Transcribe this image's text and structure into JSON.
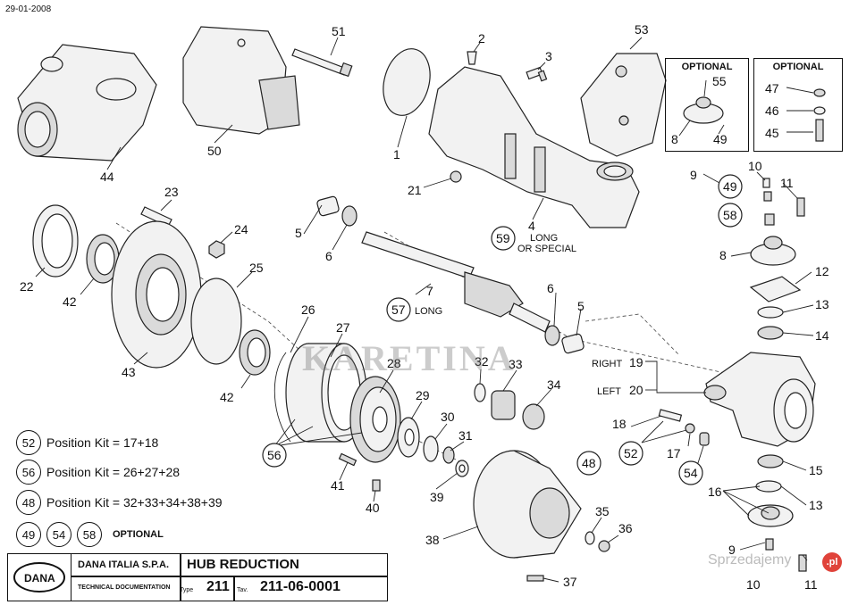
{
  "header": {
    "date": "29-01-2008"
  },
  "title_block": {
    "logo_text": "DANA",
    "company": "DANA ITALIA S.P.A.",
    "tech_doc": "TECHNICAL DOCUMENTATION",
    "title": "HUB REDUCTION",
    "type_label": "Type",
    "type_value": "211",
    "tav_label": "Tav.",
    "tav_value": "211-06-0001"
  },
  "kits": [
    {
      "num": "52",
      "text": "Position Kit = 17+18"
    },
    {
      "num": "56",
      "text": "Position Kit = 26+27+28"
    },
    {
      "num": "48",
      "text": "Position Kit = 32+33+34+38+39"
    }
  ],
  "optional_row": {
    "nums": [
      "49",
      "54",
      "58"
    ],
    "label": "OPTIONAL"
  },
  "optional_boxes": [
    {
      "title": "OPTIONAL",
      "labels": [
        "55",
        "8",
        "49"
      ]
    },
    {
      "title": "OPTIONAL",
      "labels": [
        "47",
        "46",
        "45"
      ]
    }
  ],
  "part_labels": {
    "p1": "1",
    "p2": "2",
    "p3": "3",
    "p4": "4",
    "p5a": "5",
    "p5b": "5",
    "p6a": "6",
    "p6b": "6",
    "p7": "7",
    "p8": "8",
    "p9a": "9",
    "p9b": "9",
    "p10a": "10",
    "p10b": "10",
    "p11a": "11",
    "p11b": "11",
    "p12": "12",
    "p13a": "13",
    "p13b": "13",
    "p14": "14",
    "p15": "15",
    "p16": "16",
    "p17": "17",
    "p18": "18",
    "p19": "19",
    "p20": "20",
    "p21": "21",
    "p22": "22",
    "p23": "23",
    "p24": "24",
    "p25": "25",
    "p26": "26",
    "p27": "27",
    "p28": "28",
    "p29": "29",
    "p30": "30",
    "p31": "31",
    "p32": "32",
    "p33": "33",
    "p34": "34",
    "p35": "35",
    "p36": "36",
    "p37": "37",
    "p38": "38",
    "p39": "39",
    "p40": "40",
    "p41": "41",
    "p42a": "42",
    "p42b": "42",
    "p43": "43",
    "p44": "44",
    "p50": "50",
    "p51": "51",
    "p53": "53"
  },
  "circled_labels": {
    "c49": "49",
    "c58": "58",
    "c59": "59",
    "c57": "57",
    "c56": "56",
    "c52": "52",
    "c54": "54",
    "c48": "48"
  },
  "captions": {
    "long_or_special_1": "LONG",
    "long_or_special_2": "OR SPECIAL",
    "long": "LONG",
    "right": "RIGHT",
    "left": "LEFT"
  },
  "watermark": "KARETINA",
  "brand": {
    "text": "Sprzedajemy",
    "dot": ".pl"
  }
}
